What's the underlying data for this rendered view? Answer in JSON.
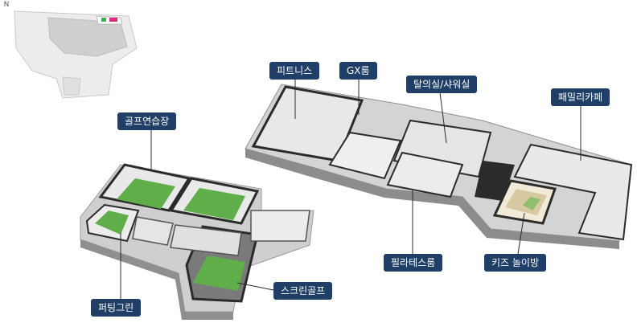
{
  "compass": {
    "north_glyph": "N"
  },
  "labels": {
    "fitness": "피트니스",
    "gx": "GX룸",
    "locker": "탈의실/샤워실",
    "family_cafe": "패밀리카페",
    "golf_practice": "골프연습장",
    "pilates": "필라테스룸",
    "kids": "키즈 놀이방",
    "putting": "퍼팅그린",
    "screen_golf": "스크린골프"
  },
  "colors": {
    "label_bg": "#1f3f66",
    "turf": "#5fae4a",
    "wall": "#2b2b2b",
    "floor": "#d9d9d9",
    "minimap_site": "#e4e4e4",
    "minimap_green": "#3bb54a",
    "minimap_magenta": "#e0287e"
  }
}
